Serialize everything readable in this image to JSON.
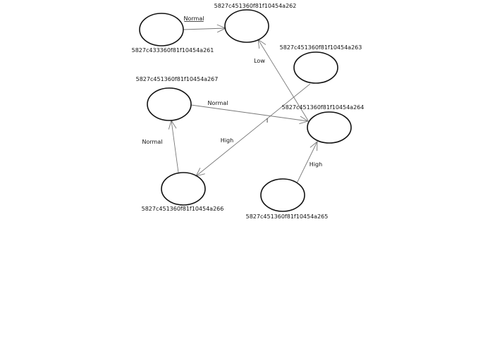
{
  "colors": {
    "background": "#ffffff",
    "node_stroke": "#111111",
    "edge_stroke": "#777777",
    "text": "#111111"
  },
  "nodes": [
    {
      "id": "n261",
      "label": "5827c433360f81f10454a261"
    },
    {
      "id": "n262",
      "label": "5827c451360f81f10454a262"
    },
    {
      "id": "n263",
      "label": "5827c451360f81f10454a263"
    },
    {
      "id": "n264",
      "label": "5827c451360f81f10454a264"
    },
    {
      "id": "n265",
      "label": "5827c451360f81f10454a265"
    },
    {
      "id": "n266",
      "label": "5827c451360f81f10454a266"
    },
    {
      "id": "n267",
      "label": "5827c451360f81f10454a267"
    }
  ],
  "edges": [
    {
      "id": "e1",
      "from": "n261",
      "to": "n262",
      "label": "Normal",
      "label_underlined": true
    },
    {
      "id": "e2",
      "from": "n264",
      "to": "n262",
      "label": "Low"
    },
    {
      "id": "e3",
      "from": "n267",
      "to": "n264",
      "label": "Normal"
    },
    {
      "id": "e4",
      "from": "n263",
      "to": "n266",
      "label": "High"
    },
    {
      "id": "e5",
      "from": "n266",
      "to": "n267",
      "label": "Normal"
    },
    {
      "id": "e6",
      "from": "n265",
      "to": "n264",
      "label": "High"
    }
  ],
  "stray_mark": "I"
}
